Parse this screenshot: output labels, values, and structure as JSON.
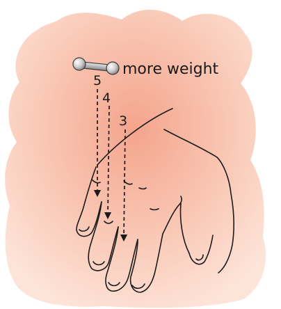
{
  "diagram": {
    "weight_label": "more weight",
    "finger_labels": [
      "5",
      "4",
      "3"
    ]
  },
  "colors": {
    "background_glow_center": "#f4a48c",
    "background_glow_edge": "#fde2d6",
    "outline": "#1a1a1a",
    "arrow": "#1a1a1a",
    "weight_bar": "#9a9a9a",
    "weight_ball": "#c8c8c8"
  }
}
